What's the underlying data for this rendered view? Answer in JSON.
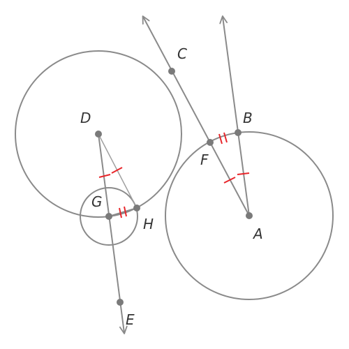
{
  "points": [
    {
      "id": "A",
      "label": "A"
    },
    {
      "id": "B",
      "label": "B"
    },
    {
      "id": "C",
      "label": "C"
    },
    {
      "id": "D",
      "label": "D"
    },
    {
      "id": "E",
      "label": "E"
    },
    {
      "id": "F",
      "label": "F"
    },
    {
      "id": "G",
      "label": "G"
    },
    {
      "id": "H",
      "label": "H"
    }
  ],
  "circles": [
    {
      "center": "A",
      "through": "B"
    },
    {
      "center": "D",
      "through": "H"
    },
    {
      "center": "G",
      "through": "H"
    }
  ],
  "rays": [
    {
      "from": "A",
      "through": "C"
    },
    {
      "from": "A",
      "through": "B"
    },
    {
      "from": "D",
      "through": "E"
    }
  ],
  "segments": [
    {
      "from": "D",
      "to": "H"
    }
  ],
  "congruence_marks": [
    {
      "segment": [
        "A",
        "B"
      ],
      "ticks": 1
    },
    {
      "segment": [
        "A",
        "F"
      ],
      "ticks": 1
    },
    {
      "segment": [
        "D",
        "G"
      ],
      "ticks": 1
    },
    {
      "segment": [
        "D",
        "H"
      ],
      "ticks": 1
    },
    {
      "segment": [
        "F",
        "B"
      ],
      "ticks": 2
    },
    {
      "segment": [
        "G",
        "H"
      ],
      "ticks": 2
    }
  ],
  "colors": {
    "line": "#8a8a8a",
    "point": "#7a7a7a",
    "tick": "#e8262b",
    "label": "#333333"
  }
}
